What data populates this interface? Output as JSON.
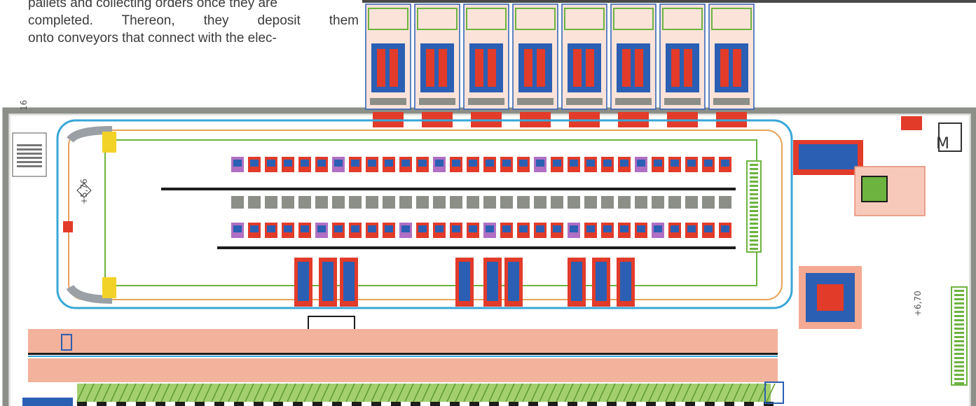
{
  "article_text": {
    "line1": "pallets and collecting orders once they are",
    "line2": "completed. Thereon, they deposit them",
    "line3": "onto conveyors that connect with the elec-"
  },
  "plan_labels": {
    "elevation_left": "+5,76",
    "elevation_right": "+6,70",
    "corner_mark": "16",
    "symbol_top_right": "M"
  },
  "colors": {
    "conveyor_red": "#e23b2a",
    "rack_blue": "#2b5fb3",
    "rail_cyan": "#39a7d8",
    "outline_green": "#6db33f",
    "salmon": "#f3b29c",
    "purple": "#b06fc3",
    "yellow": "#f2d227",
    "grey": "#8b8f88"
  }
}
